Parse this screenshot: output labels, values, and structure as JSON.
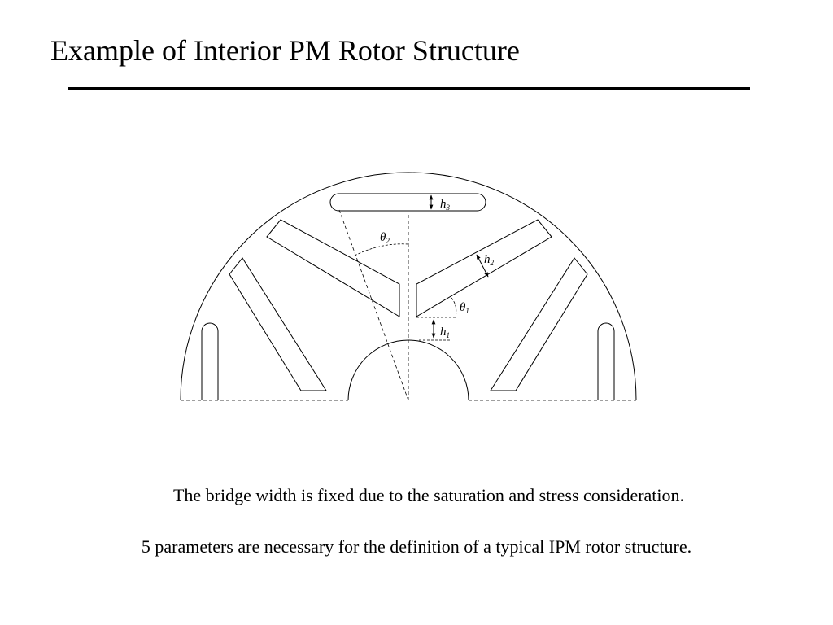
{
  "slide": {
    "title": "Example of Interior PM Rotor Structure"
  },
  "diagram": {
    "labels": {
      "h1": {
        "main": "h",
        "sub": "1"
      },
      "h2": {
        "main": "h",
        "sub": "2"
      },
      "h3": {
        "main": "h",
        "sub": "3"
      },
      "theta1": {
        "main": "θ",
        "sub": "1"
      },
      "theta2": {
        "main": "θ",
        "sub": "2"
      }
    }
  },
  "captions": {
    "line1": "The bridge width is fixed due to the saturation and stress consideration.",
    "line2": "5 parameters are necessary for the definition of a typical IPM rotor structure."
  }
}
